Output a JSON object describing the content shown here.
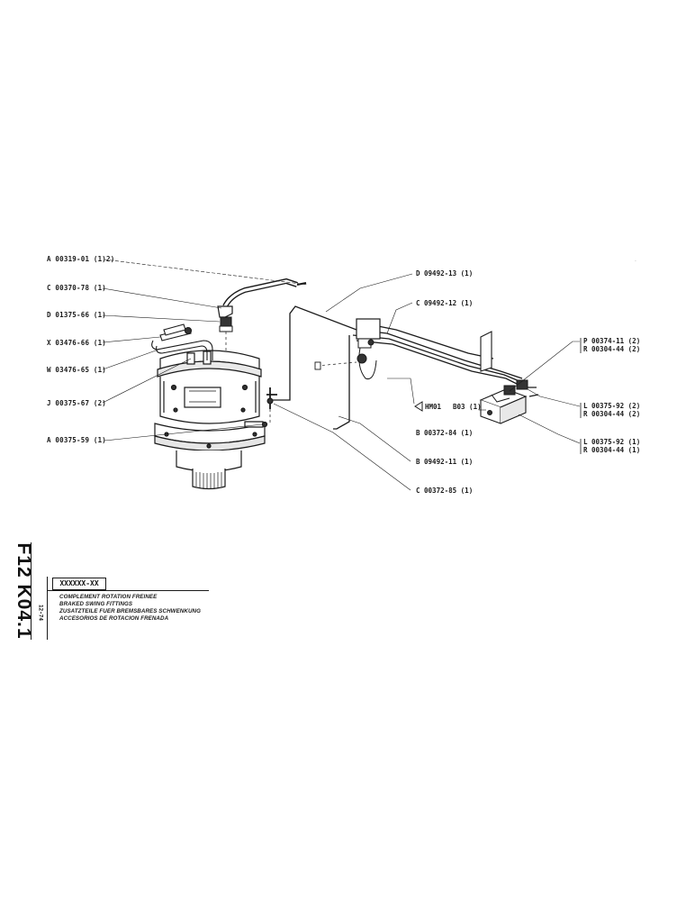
{
  "sheet": {
    "sheet_code": "F12 K04.1",
    "date": "12-74",
    "part_code": "XXXXXX-XX",
    "titles": [
      "COMPLEMENT ROTATION FREINEE",
      "BRAKED SWING FITTINGS",
      "ZUSATZTEILE FUER BREMSBARES SCHWENKUNG",
      "ACCESORIOS DE ROTACION FRENADA"
    ]
  },
  "callouts_left": [
    "A 00319-01 (1)2)",
    "C 00370-78 (1)",
    "D 01375-66 (1)",
    "X 03476-66 (1)",
    "W 03476-65 (1)",
    "J 00375-67 (2)",
    "A 00375-59 (1)"
  ],
  "callouts_right": [
    "D 09492-13 (1)",
    "C 09492-12 (1)",
    "P 00374-11 (2)",
    "R 00304-44 (2)",
    "L 00375-92 (2)",
    "R 00304-44 (2)",
    "L 00375-92 (1)",
    "R 00304-44 (1)",
    "B 00372-84 (1)",
    "B 09492-11 (1)",
    "C 00372-85 (1)"
  ],
  "hm_ref": {
    "arrow_icon": "left-triangle-arrow",
    "code": "HM01",
    "ref": "B03 (1)"
  }
}
